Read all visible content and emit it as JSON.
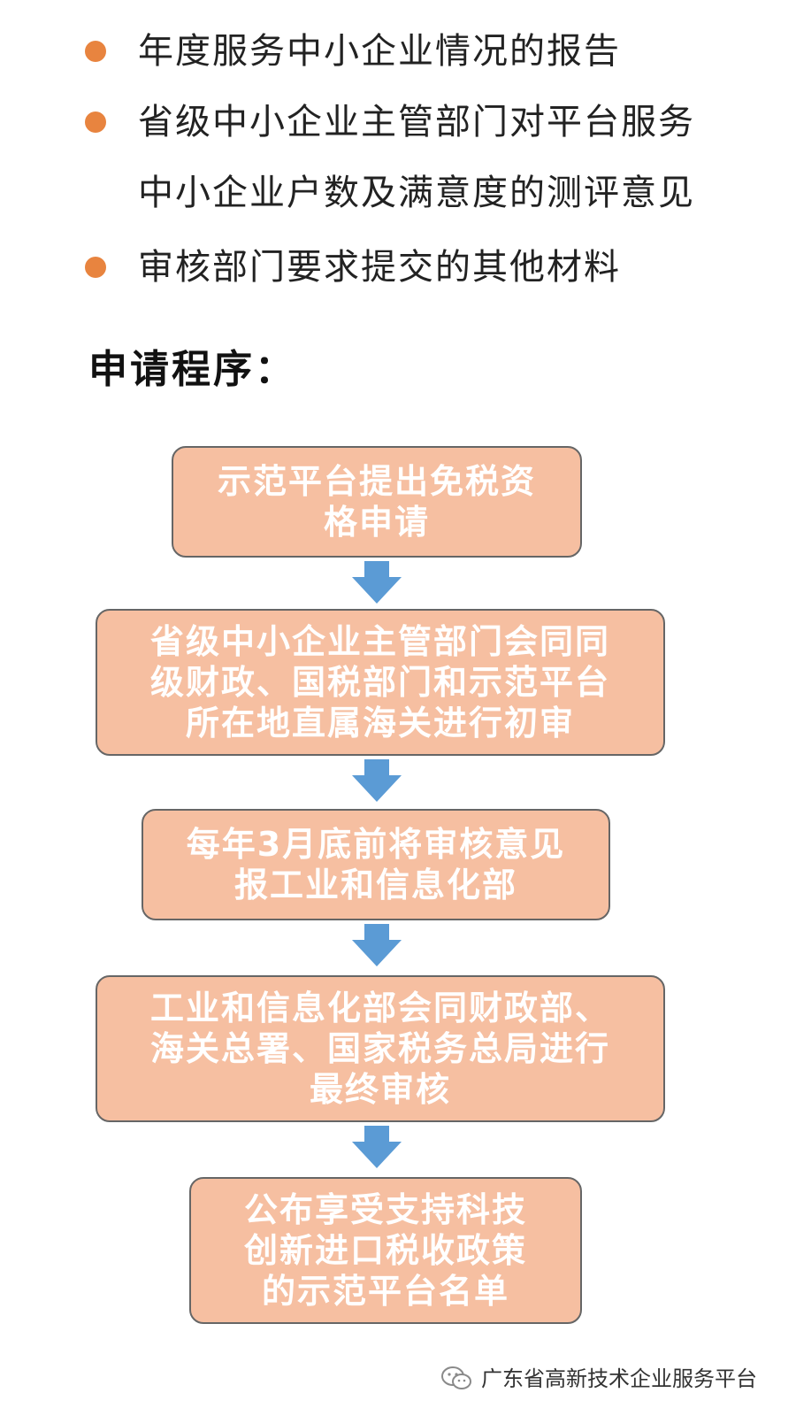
{
  "requirements": {
    "bullet_color": "#E8843F",
    "items": [
      {
        "lines": [
          "年度服务中小企业情况的报告"
        ]
      },
      {
        "lines": [
          "省级中小企业主管部门对平台服务",
          "中小企业户数及满意度的测评意见"
        ]
      },
      {
        "lines": [
          "审核部门要求提交的其他材料"
        ]
      }
    ]
  },
  "procedure": {
    "heading": "申请程序：",
    "box_fill": "#F6BFA1",
    "box_border": "#666666",
    "arrow_color": "#5B9BD5",
    "steps": [
      {
        "lines": [
          "示范平台提出免税资",
          "格申请"
        ]
      },
      {
        "lines": [
          "省级中小企业主管部门会同同",
          "级财政、国税部门和示范平台",
          "所在地直属海关进行初审"
        ]
      },
      {
        "lines": [
          "每年3月底前将审核意见",
          "报工业和信息化部"
        ]
      },
      {
        "lines": [
          "工业和信息化部会同财政部、",
          "海关总署、国家税务总局进行",
          "最终审核"
        ]
      },
      {
        "lines": [
          "公布享受支持科技",
          "创新进口税收政策",
          "的示范平台名单"
        ]
      }
    ]
  },
  "footer": {
    "icon": "wechat-icon",
    "account_name": "广东省高新技术企业服务平台"
  }
}
